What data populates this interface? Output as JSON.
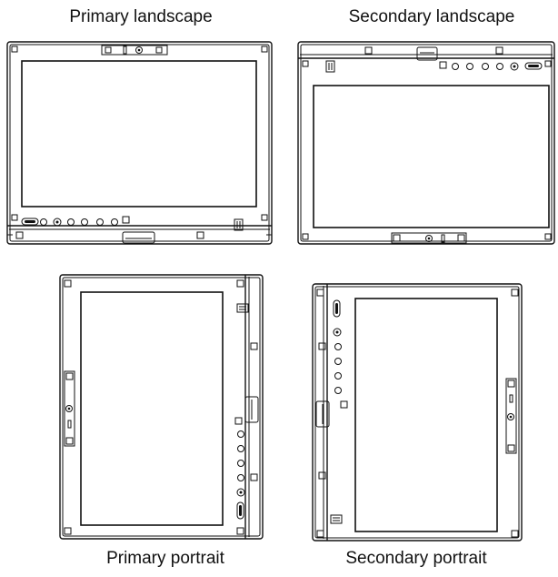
{
  "captions": {
    "primary_landscape": "Primary landscape",
    "secondary_landscape": "Secondary landscape",
    "primary_portrait": "Primary portrait",
    "secondary_portrait": "Secondary portrait"
  }
}
